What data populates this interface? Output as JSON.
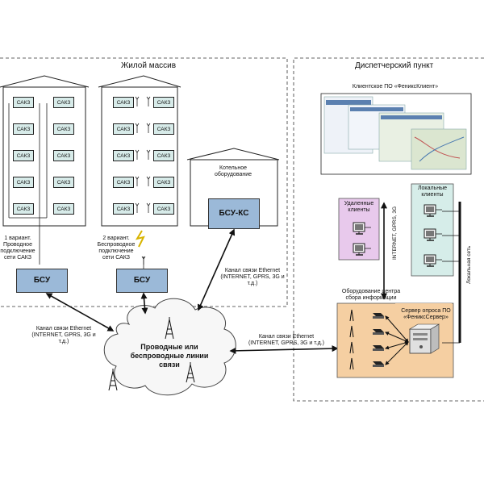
{
  "sections": {
    "residential": "Жилой массив",
    "dispatch": "Диспетчерский пункт"
  },
  "sakz_label": "САКЗ",
  "buildings": {
    "variant1": "1 вариант. Проводное подключение сети САКЗ",
    "variant2": "2 вариант. Беспроводное подключение сети САКЗ",
    "boiler_title": "Котельное оборудование"
  },
  "bsu": {
    "b1": "БСУ",
    "b2": "БСУ",
    "bsu_ks": "БСУ-КС"
  },
  "links": {
    "eth_left": "Канал связи Ethernet (INTERNET, GPRS, 3G и т.д.)",
    "eth_top": "Канал связи Ethernet (INTERNET, GPRS, 3G и т.д.)",
    "eth_mid": "Канал связи Ethernet (INTERNET, GPRS, 3G и т.д.)",
    "vertical_net": "INTERNET, GPRS, 3G",
    "local_net": "Локальная сеть"
  },
  "cloud": "Проводные или беспроводные линии связи",
  "dispatch": {
    "client_software": "Клиентское ПО «ФениксКлиент»",
    "remote_clients": "Удаленные клиенты",
    "local_clients": "Локальные клиенты",
    "collection_center": "Оборудование центра сбора информации",
    "poll_server": "Сервер опроса ПО «ФениксСервер»"
  }
}
